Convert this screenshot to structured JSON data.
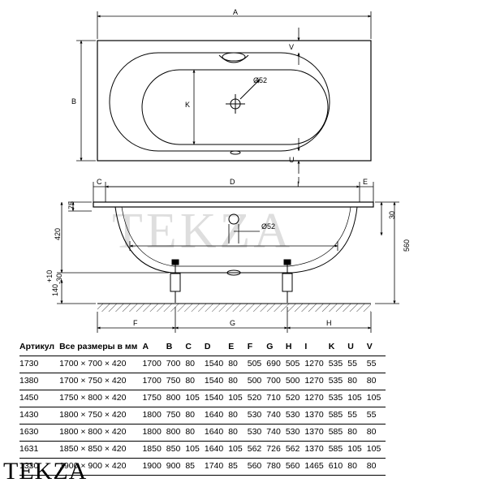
{
  "drawing": {
    "top_labels": {
      "A": "A",
      "B": "B",
      "K": "K",
      "V": "V",
      "U": "U",
      "I": "I",
      "diam": "Ø52"
    },
    "side_labels": {
      "C": "C",
      "D": "D",
      "E": "E",
      "d75": "75",
      "d420": "420",
      "d30": "30",
      "d560": "560",
      "d10": "+10",
      "d140": "140",
      "d30b": "-30",
      "diam": "Ø52"
    },
    "bottom_labels": {
      "F": "F",
      "G": "G",
      "H": "H"
    }
  },
  "watermark": "TEKZA",
  "brand": "TEKZA",
  "table": {
    "headers": [
      "Артикул",
      "Все размеры в мм",
      "A",
      "B",
      "C",
      "D",
      "E",
      "F",
      "G",
      "H",
      "I",
      "K",
      "U",
      "V"
    ],
    "rows": [
      [
        "1730",
        "1700 × 700 × 420",
        "1700",
        "700",
        "80",
        "1540",
        "80",
        "505",
        "690",
        "505",
        "1270",
        "535",
        "55",
        "55"
      ],
      [
        "1380",
        "1700 × 750 × 420",
        "1700",
        "750",
        "80",
        "1540",
        "80",
        "500",
        "700",
        "500",
        "1270",
        "535",
        "80",
        "80"
      ],
      [
        "1450",
        "1750 × 800 × 420",
        "1750",
        "800",
        "105",
        "1540",
        "105",
        "520",
        "710",
        "520",
        "1270",
        "535",
        "105",
        "105"
      ],
      [
        "1430",
        "1800 × 750 × 420",
        "1800",
        "750",
        "80",
        "1640",
        "80",
        "530",
        "740",
        "530",
        "1370",
        "585",
        "55",
        "55"
      ],
      [
        "1630",
        "1800 × 800 × 420",
        "1800",
        "800",
        "80",
        "1640",
        "80",
        "530",
        "740",
        "530",
        "1370",
        "585",
        "80",
        "80"
      ],
      [
        "1631",
        "1850 × 850 × 420",
        "1850",
        "850",
        "105",
        "1640",
        "105",
        "562",
        "726",
        "562",
        "1370",
        "585",
        "105",
        "105"
      ],
      [
        "1330",
        "1900 × 900 × 420",
        "1900",
        "900",
        "85",
        "1740",
        "85",
        "560",
        "780",
        "560",
        "1465",
        "610",
        "80",
        "80"
      ]
    ]
  }
}
